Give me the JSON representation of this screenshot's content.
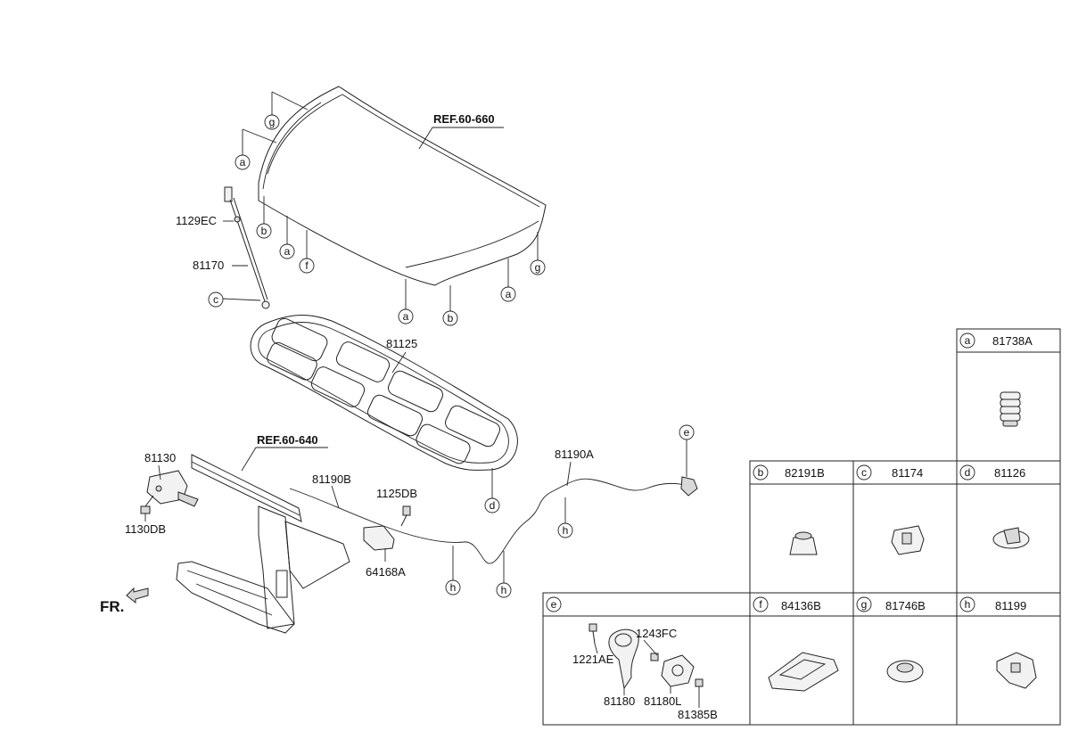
{
  "refs": {
    "hood": "REF.60-660",
    "front": "REF.60-640"
  },
  "front_label": "FR.",
  "parts": {
    "p1129EC": "1129EC",
    "p81170": "81170",
    "p81125": "81125",
    "p81130": "81130",
    "p1130DB": "1130DB",
    "p81190B": "81190B",
    "p1125DB": "1125DB",
    "p64168A": "64168A",
    "p81190A": "81190A"
  },
  "letters": {
    "a": "a",
    "b": "b",
    "c": "c",
    "d": "d",
    "e": "e",
    "f": "f",
    "g": "g",
    "h": "h"
  },
  "legend": {
    "a": {
      "letter": "a",
      "part": "81738A"
    },
    "b": {
      "letter": "b",
      "part": "82191B"
    },
    "c": {
      "letter": "c",
      "part": "81174"
    },
    "d": {
      "letter": "d",
      "part": "81126"
    },
    "e": {
      "letter": "e",
      "parts": [
        "1243FC",
        "1221AE",
        "81180",
        "81180L",
        "81385B"
      ]
    },
    "f": {
      "letter": "f",
      "part": "84136B"
    },
    "g": {
      "letter": "g",
      "part": "81746B"
    },
    "h": {
      "letter": "h",
      "part": "81199"
    }
  },
  "colors": {
    "line": "#222222",
    "background": "#ffffff"
  }
}
